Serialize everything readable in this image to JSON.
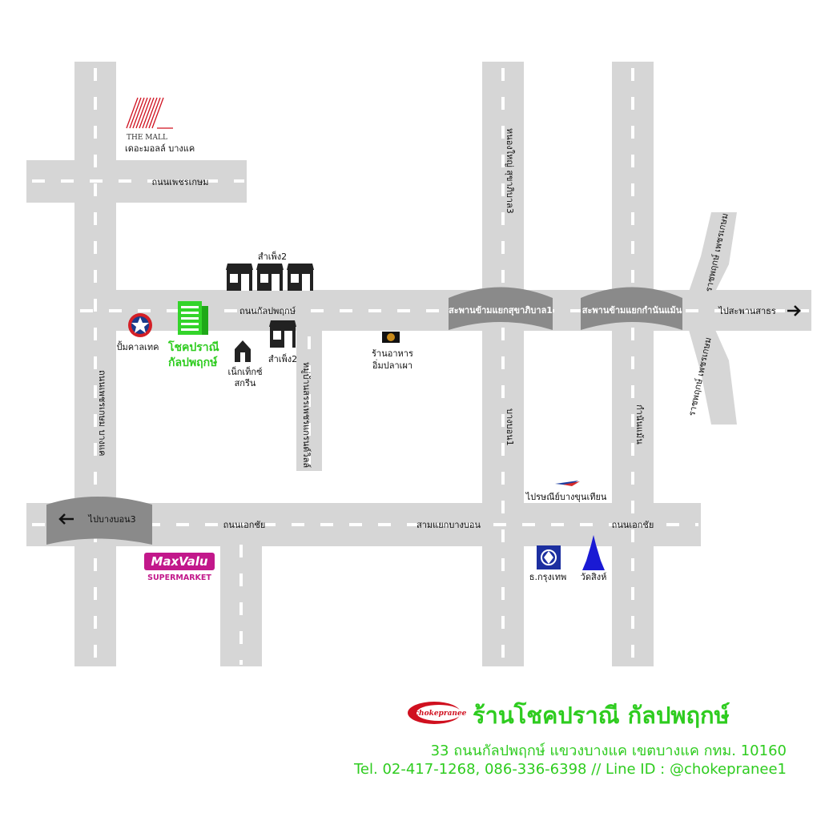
{
  "roads": {
    "petchkasem_top": "ถนนเพชรเกษม",
    "kanlapaphruek": "ถนนกัลปพฤกษ์",
    "ekkachai_left": "ถนนเอกชัย",
    "ekkachai_right": "ถนนเอกชัย",
    "sam_yaek": "สามแยกบางบอน",
    "bang_bon_1": "บางบอน1",
    "kamnan_maen": "กำนันแม้น",
    "nong_yai": "หนองใหญ่ สุขาภิบาล3",
    "mu_ban": "หมู่บ้านสรรเพชรแกรนด์วิลล์",
    "phetkasem_bang_khae": "ถนนเพชรเกษม บางแค",
    "ratchaphruek_top": "ราชพฤกษ์ เพชรเกษม",
    "ratchaphruek_bottom": "ราชพฤกษ์ เพชรเกษม"
  },
  "bridges": {
    "sukhaphiban": "สะพานข้ามแยกสุขาภิบาล1",
    "kamnan": "สะพานข้ามแยกกำนันแม้น"
  },
  "arrows": {
    "right": "ไปสะพานสาธร",
    "left": "ไปบางบอน3"
  },
  "places": {
    "the_mall_logo": "THE MALL",
    "the_mall_label": "เดอะมอลล์ บางแค",
    "samphueng_top": "สำเพ็ง2",
    "samphueng_bottom": "สำเพ็ง2",
    "caltex": "ปั้มคาลเทค",
    "shop_line1": "โชคปราณี",
    "shop_line2": "กัลปพฤกษ์",
    "nextech_line1": "เน็กเท็กซ์",
    "nextech_line2": "สกรีน",
    "restaurant_line1": "ร้านอาหาร",
    "restaurant_line2": "อิ่มปลาเผา",
    "post_office": "ไปรษณีย์บางขุนเทียน",
    "bank": "ธ.กรุงเทพ",
    "temple": "วัดสิงห์",
    "maxvalu_top": "MaxValu",
    "maxvalu_bottom": "SUPERMARKET"
  },
  "footer": {
    "logo_text": "chokepranee",
    "title": "ร้านโชคปราณี กัลปพฤกษ์",
    "address": "33 ถนนกัลปพฤกษ์ แขวงบางแค เขตบางแค กทม. 10160",
    "contact": "Tel. 02-417-1268, 086-336-6398 // Line ID : @chokepranee1"
  },
  "colors": {
    "road": "#d6d6d6",
    "bridge": "#8a8a8a",
    "brand_green": "#2ecc1f",
    "mall_red": "#d0101f",
    "maxvalu": "#c2188b",
    "bank_blue": "#1c2fa0",
    "temple_blue": "#1a1ad4"
  }
}
